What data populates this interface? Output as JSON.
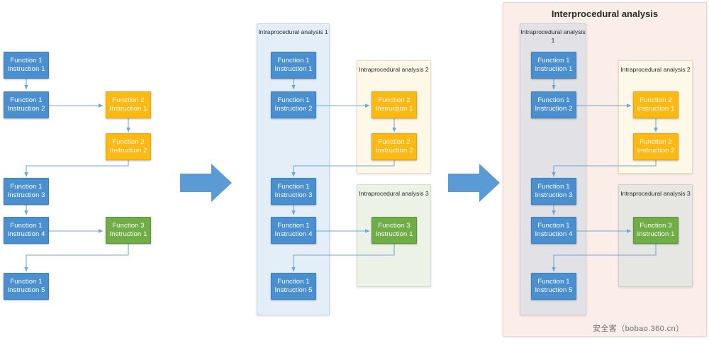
{
  "diagram": {
    "title_right_panel": "Interprocedural analysis",
    "watermark": "安全客（bobao.360.cn）",
    "colors": {
      "blue_node": "#4a90d0",
      "orange_node": "#fcb813",
      "green_node": "#70ad47",
      "blue_group": "#e4eef8",
      "cream_group": "#fdf8e8",
      "green_group": "#ecf2e6",
      "gray_group": "#e2e2e6",
      "pink_group": "#fbeee8",
      "connector": "#6fa8d8",
      "big_arrow": "#5b9bd5"
    }
  },
  "panel_left": {
    "name": "raw-control-flow",
    "nodes": [
      {
        "id": "l-f1i1",
        "line1": "Function 1",
        "line2": "Instruction 1",
        "color": "blue"
      },
      {
        "id": "l-f1i2",
        "line1": "Function 1",
        "line2": "Instruction 2",
        "color": "blue"
      },
      {
        "id": "l-f2i1",
        "line1": "Function 2",
        "line2": "Instruction 1",
        "color": "orange"
      },
      {
        "id": "l-f2i2",
        "line1": "Function 2",
        "line2": "Instruction 2",
        "color": "orange"
      },
      {
        "id": "l-f1i3",
        "line1": "Function 1",
        "line2": "Instruction 3",
        "color": "blue"
      },
      {
        "id": "l-f1i4",
        "line1": "Function 1",
        "line2": "Instruction 4",
        "color": "blue"
      },
      {
        "id": "l-f3i1",
        "line1": "Function 3",
        "line2": "Instruction 1",
        "color": "green"
      },
      {
        "id": "l-f1i5",
        "line1": "Function 1",
        "line2": "Instruction 5",
        "color": "blue"
      }
    ]
  },
  "panel_middle": {
    "name": "intraprocedural-grouping",
    "groups": [
      {
        "id": "m-g1",
        "line1": "Intraprocedural",
        "line2": "analysis  1",
        "color": "blue"
      },
      {
        "id": "m-g2",
        "line1": "Intraprocedural",
        "line2": "analysis  2",
        "color": "cream"
      },
      {
        "id": "m-g3",
        "line1": "Intraprocedural",
        "line2": "analysis  3",
        "color": "green"
      }
    ],
    "nodes": [
      {
        "id": "m-f1i1",
        "line1": "Function 1",
        "line2": "Instruction 1",
        "color": "blue"
      },
      {
        "id": "m-f1i2",
        "line1": "Function 1",
        "line2": "Instruction 2",
        "color": "blue"
      },
      {
        "id": "m-f2i1",
        "line1": "Function 2",
        "line2": "Instruction 1",
        "color": "orange"
      },
      {
        "id": "m-f2i2",
        "line1": "Function 2",
        "line2": "Instruction 2",
        "color": "orange"
      },
      {
        "id": "m-f1i3",
        "line1": "Function 1",
        "line2": "Instruction 3",
        "color": "blue"
      },
      {
        "id": "m-f1i4",
        "line1": "Function 1",
        "line2": "Instruction 4",
        "color": "blue"
      },
      {
        "id": "m-f3i1",
        "line1": "Function 3",
        "line2": "Instruction 1",
        "color": "green"
      },
      {
        "id": "m-f1i5",
        "line1": "Function 1",
        "line2": "Instruction 5",
        "color": "blue"
      }
    ]
  },
  "panel_right": {
    "name": "interprocedural-grouping",
    "title": "Interprocedural analysis",
    "groups": [
      {
        "id": "r-g1",
        "line1": "Intraprocedural",
        "line2": "analysis  1",
        "color": "gray"
      },
      {
        "id": "r-g2",
        "line1": "Intraprocedural",
        "line2": "analysis  2",
        "color": "cream"
      },
      {
        "id": "r-g3",
        "line1": "Intraprocedural",
        "line2": "analysis  3",
        "color": "green"
      }
    ],
    "nodes": [
      {
        "id": "r-f1i1",
        "line1": "Function 1",
        "line2": "Instruction 1",
        "color": "blue"
      },
      {
        "id": "r-f1i2",
        "line1": "Function 1",
        "line2": "Instruction 2",
        "color": "blue"
      },
      {
        "id": "r-f2i1",
        "line1": "Function 2",
        "line2": "Instruction 1",
        "color": "orange"
      },
      {
        "id": "r-f2i2",
        "line1": "Function 2",
        "line2": "Instruction 2",
        "color": "orange"
      },
      {
        "id": "r-f1i3",
        "line1": "Function 1",
        "line2": "Instruction 3",
        "color": "blue"
      },
      {
        "id": "r-f1i4",
        "line1": "Function 1",
        "line2": "Instruction 4",
        "color": "blue"
      },
      {
        "id": "r-f3i1",
        "line1": "Function 3",
        "line2": "Instruction 1",
        "color": "green"
      },
      {
        "id": "r-f1i5",
        "line1": "Function 1",
        "line2": "Instruction 5",
        "color": "blue"
      }
    ]
  },
  "transitions": [
    {
      "id": "arrow-1",
      "label": "step-arrow-left-to-middle"
    },
    {
      "id": "arrow-2",
      "label": "step-arrow-middle-to-right"
    }
  ]
}
